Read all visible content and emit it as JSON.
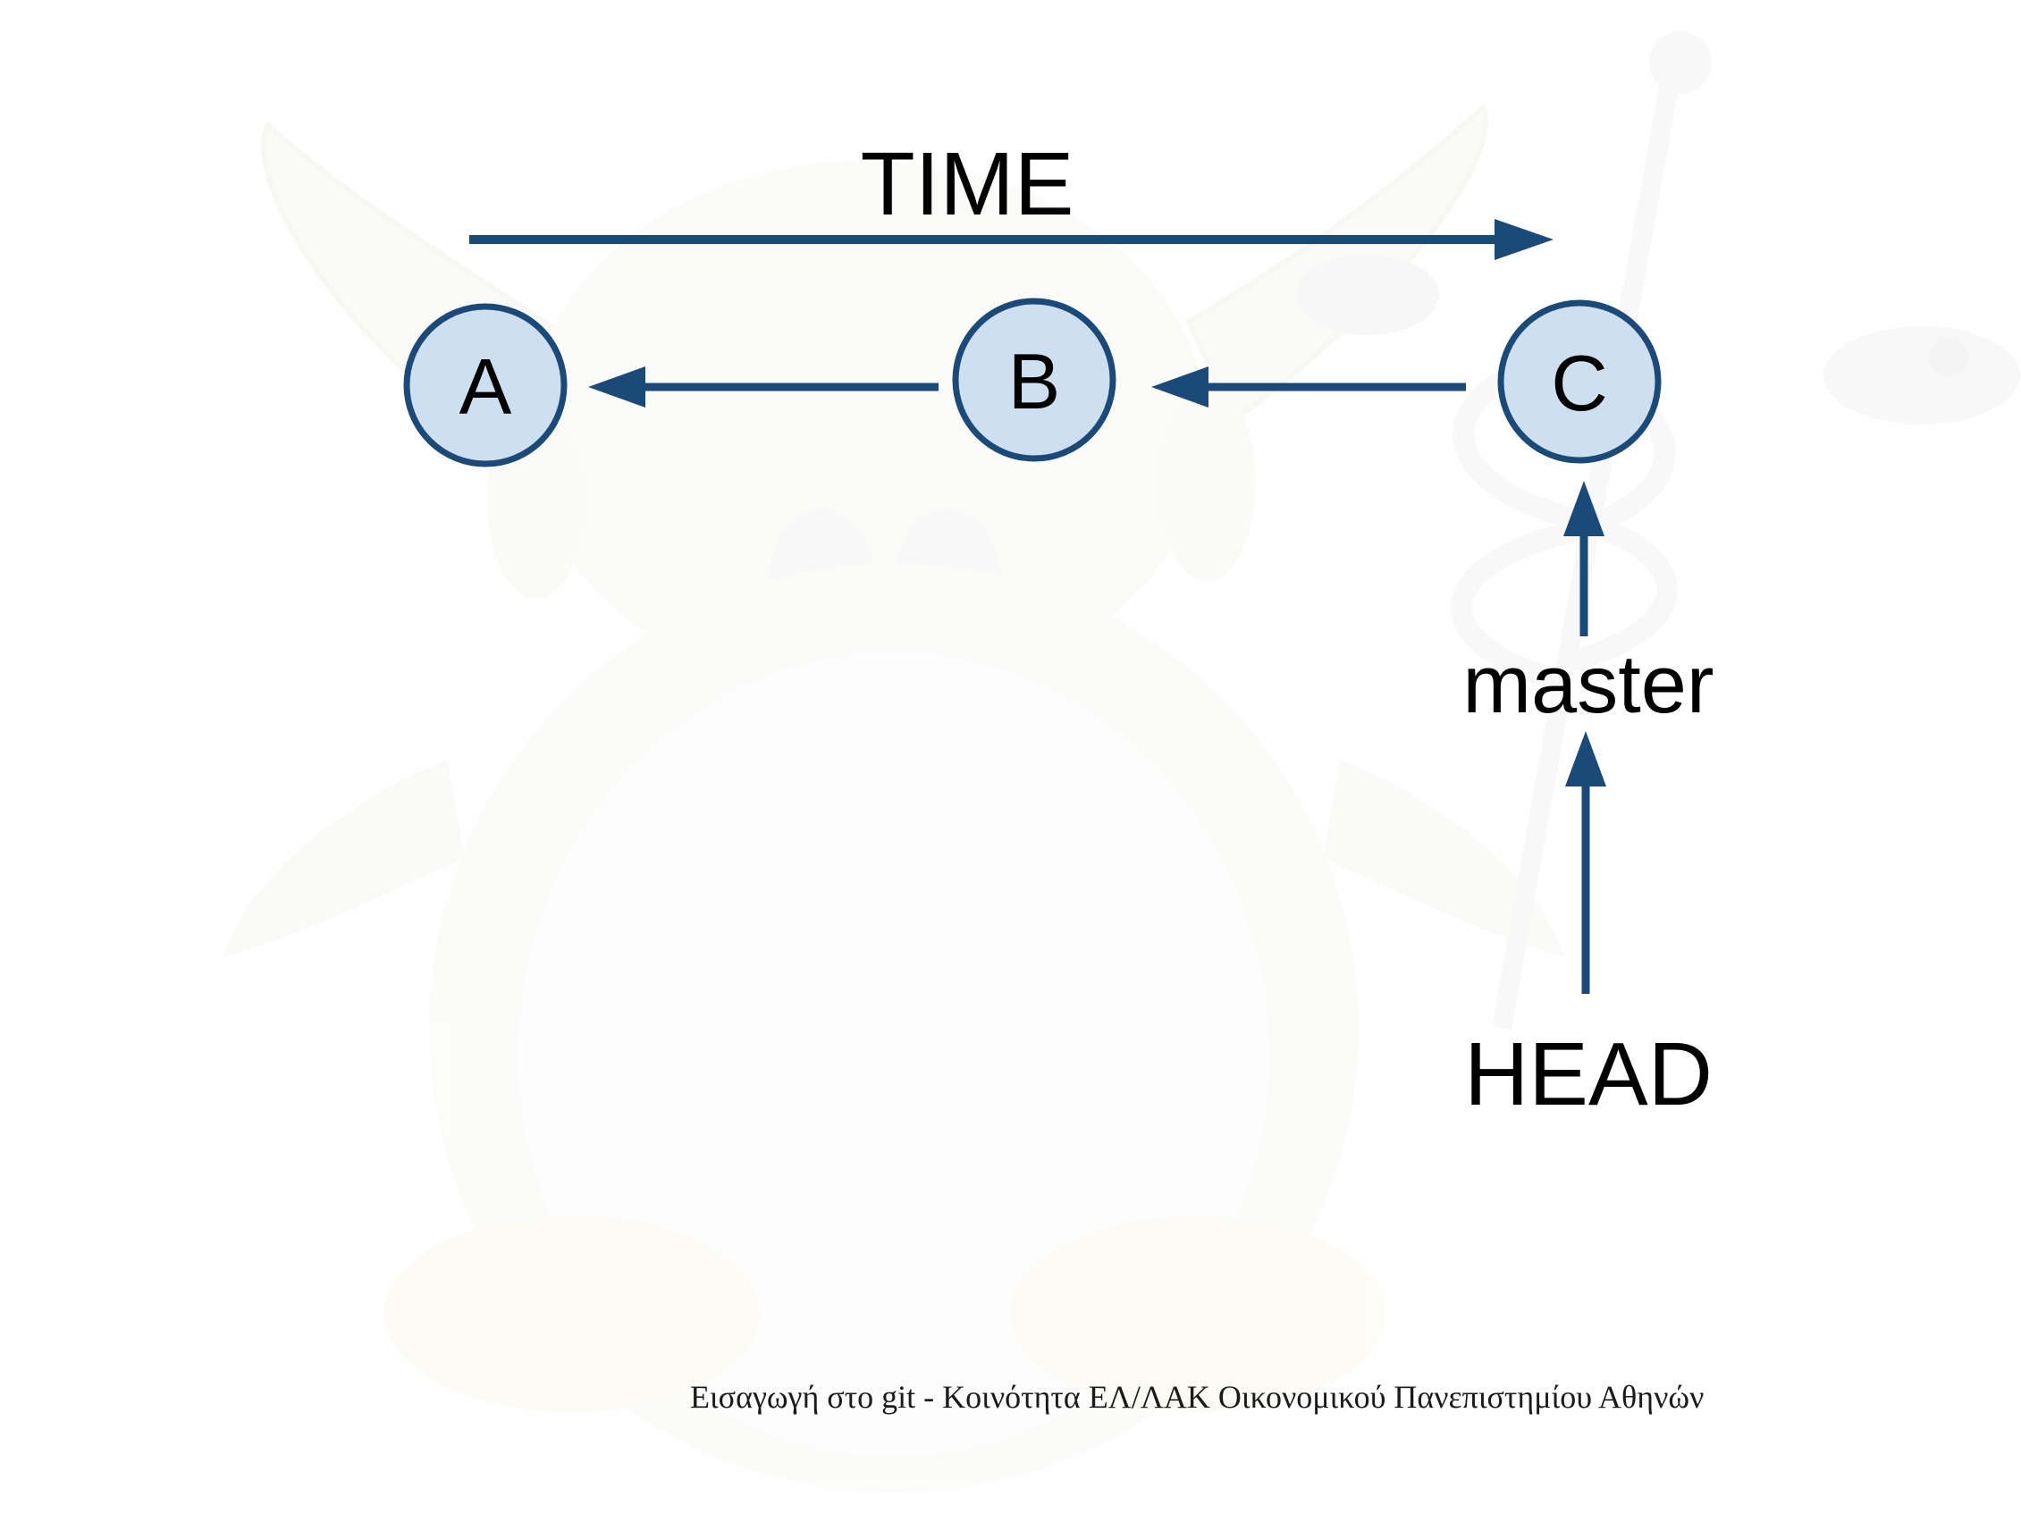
{
  "diagram": {
    "time_label": "TIME",
    "commits": [
      {
        "id": "A",
        "label": "A"
      },
      {
        "id": "B",
        "label": "B"
      },
      {
        "id": "C",
        "label": "C"
      }
    ],
    "branch_label": "master",
    "head_label": "HEAD",
    "colors": {
      "arrow": "#1c4a78",
      "node_fill": "#cfdff2",
      "node_stroke": "#1c4a78",
      "text": "#000000"
    }
  },
  "footer": {
    "text": "Εισαγωγή στο git - Κοινότητα ΕΛ/ΛΑΚ Οικονομικού Πανεπιστημίου Αθηνών"
  }
}
